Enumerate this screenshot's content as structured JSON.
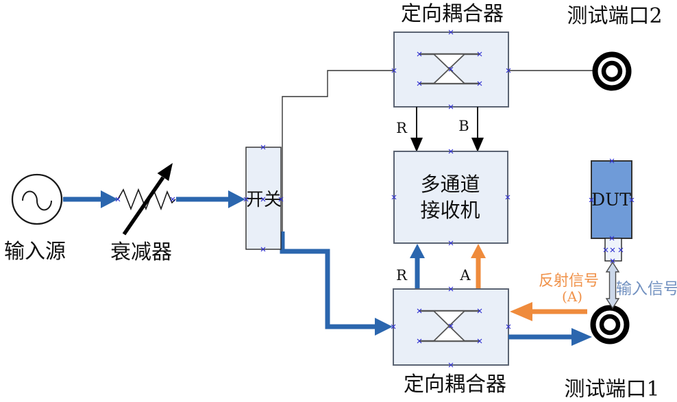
{
  "diagram": {
    "source_label": "输入源",
    "attenuator_label": "衰减器",
    "switch_label": "开关",
    "coupler_top_label": "定向耦合器",
    "coupler_bottom_label": "定向耦合器",
    "receiver_label_line1": "多通道",
    "receiver_label_line2": "接收机",
    "dut_label": "DUT",
    "port2_label": "测试端口2",
    "port1_label": "测试端口1",
    "signal_r_top": "R",
    "signal_b_top": "B",
    "signal_r_bottom": "R",
    "signal_a_bottom": "A",
    "reflected_signal_label": "反射信号",
    "reflected_signal_sub": "(A)",
    "input_signal_label": "输入信号"
  },
  "colors": {
    "blue_arrow": "#2b66ae",
    "orange_arrow": "#ef8b3c",
    "box_fill": "#e9eff8",
    "box_border": "#5a6372",
    "dut_fill": "#6f9bd8",
    "input_signal_text": "#7291c0",
    "reflected_signal_text": "#f0924a",
    "connection_marker": "#2f2fd0",
    "double_arrow_fill": "#ccd8ea"
  }
}
